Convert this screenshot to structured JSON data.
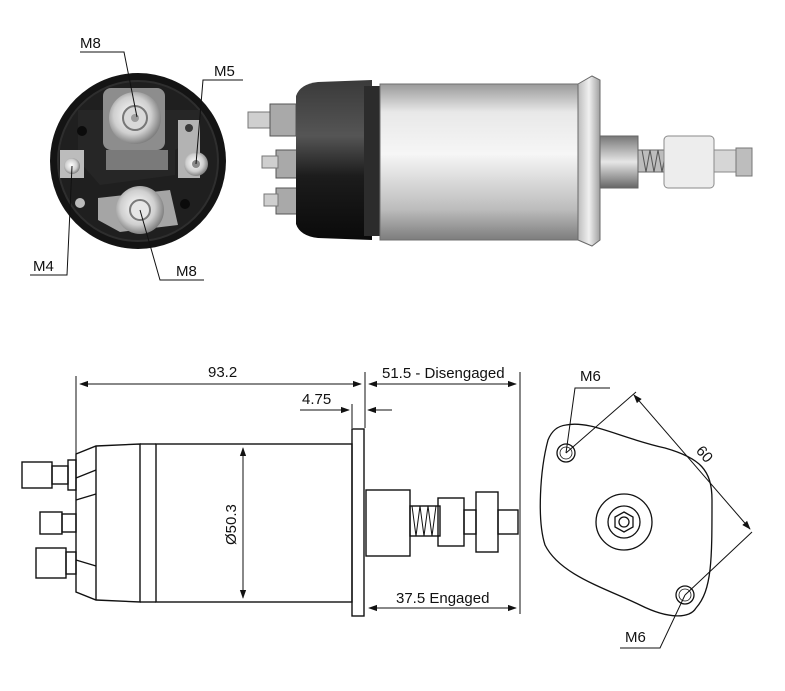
{
  "end_view_labels": {
    "m8_top": "M8",
    "m5": "M5",
    "m4": "M4",
    "m8_bottom": "M8"
  },
  "side_drawing": {
    "overall_length": "93.2",
    "disengaged_travel": "51.5 - Disengaged",
    "flange_thickness": "4.75",
    "body_diameter": "Ø50.3",
    "engaged_travel": "37.5 Engaged"
  },
  "flange_drawing": {
    "hole_top": "M6",
    "hole_bottom": "M6",
    "hole_spacing": "60"
  },
  "colors": {
    "line": "#111111",
    "terminal_cap": "#1a1a1a",
    "steel_body": "#c9c9c9",
    "plunger_white": "#ececec"
  }
}
